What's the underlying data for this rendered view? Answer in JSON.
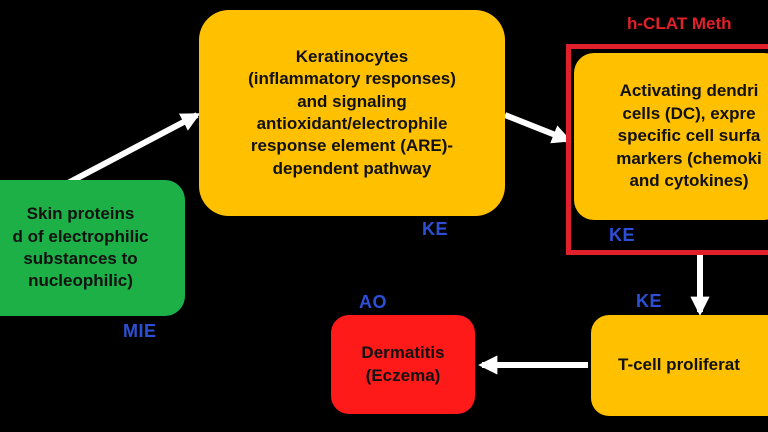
{
  "method_label": "h-CLAT Meth",
  "boxes": {
    "mie": "Skin proteins\nd of electrophilic\nsubstances to\nnucleophilic)",
    "keratinocytes": "Keratinocytes\n(inflammatory responses)\nand signaling\nantioxidant/electrophile\nresponse element (ARE)-\ndependent pathway",
    "dendritic": "Activating dendri\ncells (DC), expre\nspecific cell surfa\nmarkers (chemoki\nand cytokines)",
    "tcell": "T-cell proliferat",
    "dermatitis": "Dermatitis\n(Eczema)"
  },
  "tags": {
    "mie": "MIE",
    "ke_keratinocytes": "KE",
    "ke_dendritic": "KE",
    "ke_tcell": "KE",
    "ao": "AO"
  },
  "colors": {
    "background": "#000000",
    "mie_box": "#1DB046",
    "ke_box": "#FFC000",
    "ao_box": "#FF1A1A",
    "tag_text": "#2D4FD6",
    "method_frame": "#E0202A",
    "arrow": "#FFFFFF"
  }
}
